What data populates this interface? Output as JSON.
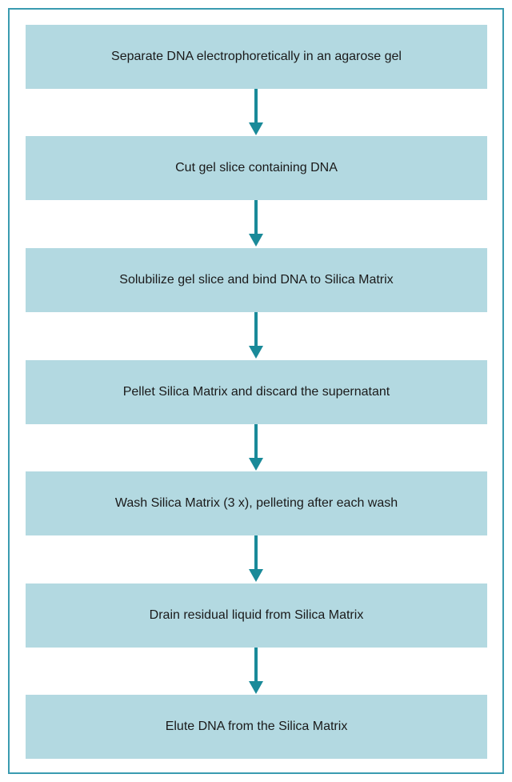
{
  "colors": {
    "border": "#3a9bb0",
    "box_fill": "#b3d9e1",
    "arrow": "#1a8a99",
    "text": "#1a1a1a"
  },
  "flowchart": {
    "steps": [
      "Separate DNA electrophoretically in an agarose gel",
      "Cut gel slice containing DNA",
      "Solubilize gel slice and bind DNA to Silica Matrix",
      "Pellet Silica Matrix and discard the supernatant",
      "Wash Silica Matrix (3 x), pelleting after each wash",
      "Drain residual liquid from Silica Matrix",
      "Elute DNA from the Silica Matrix"
    ]
  }
}
